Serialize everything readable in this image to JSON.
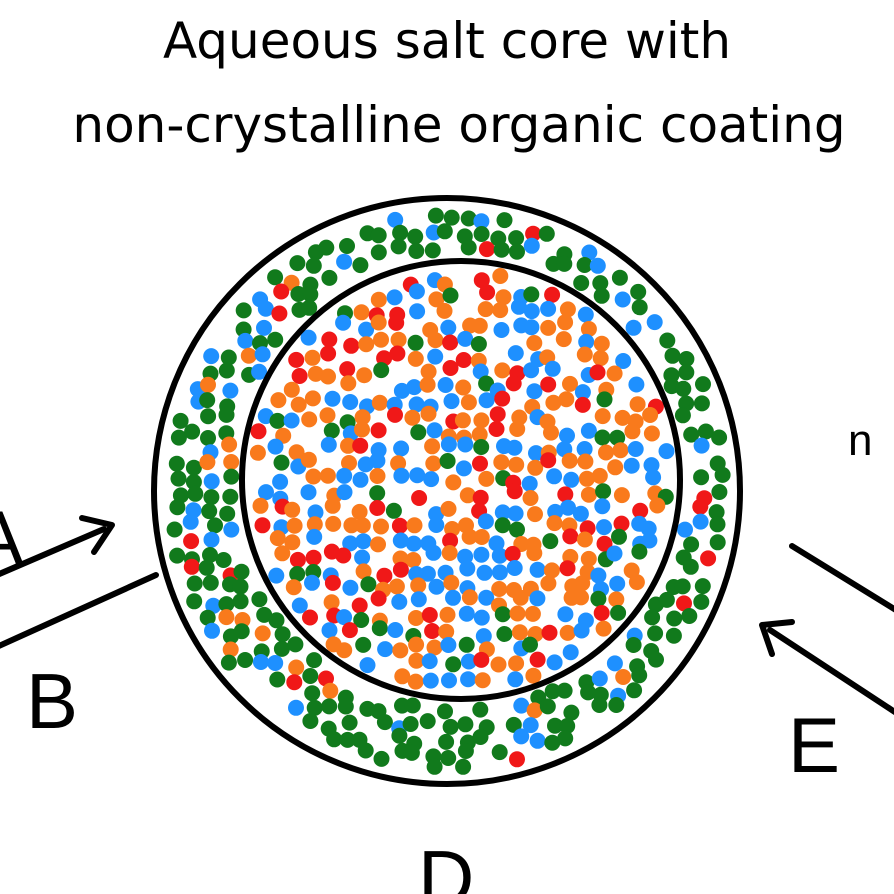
{
  "title": {
    "line1": "Aqueous salt core with",
    "line2": "non-crystalline organic coating"
  },
  "labels": {
    "a": "A",
    "b": "B",
    "d": "D",
    "e": "E",
    "n": "n"
  },
  "particle_colors": {
    "organic": "#117a1c",
    "water": "#1e90ff",
    "cation": "#f97a1c",
    "anion": "#f01818"
  }
}
